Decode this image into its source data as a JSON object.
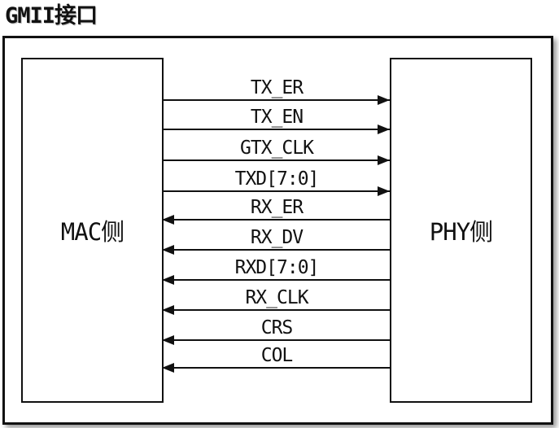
{
  "title": "GMII接口",
  "blocks": {
    "mac": "MAC侧",
    "phy": "PHY侧"
  },
  "signals": [
    {
      "label": "TX_ER",
      "direction": "mac-to-phy"
    },
    {
      "label": "TX_EN",
      "direction": "mac-to-phy"
    },
    {
      "label": "GTX_CLK",
      "direction": "mac-to-phy"
    },
    {
      "label": "TXD[7:0]",
      "direction": "mac-to-phy"
    },
    {
      "label": "RX_ER",
      "direction": "phy-to-mac"
    },
    {
      "label": "RX_DV",
      "direction": "phy-to-mac"
    },
    {
      "label": "RXD[7:0]",
      "direction": "phy-to-mac"
    },
    {
      "label": "RX_CLK",
      "direction": "phy-to-mac"
    },
    {
      "label": "CRS",
      "direction": "phy-to-mac"
    },
    {
      "label": "COL",
      "direction": "phy-to-mac"
    }
  ]
}
